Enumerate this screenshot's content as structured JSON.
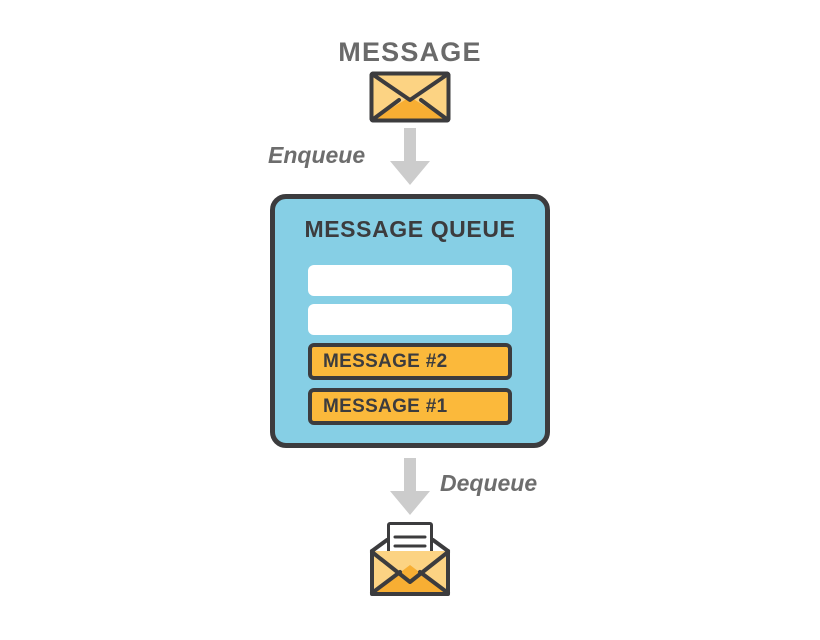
{
  "diagram": {
    "title": "MESSAGE",
    "background_color": "#ffffff"
  },
  "source": {
    "label": "MESSAGE",
    "icon": "closed-envelope-icon"
  },
  "flows": {
    "enqueue": {
      "label": "Enqueue",
      "arrow_icon": "down-arrow-icon",
      "arrow_color": "#cccccc"
    },
    "dequeue": {
      "label": "Dequeue",
      "arrow_icon": "down-arrow-icon",
      "arrow_color": "#cccccc"
    }
  },
  "queue": {
    "title": "MESSAGE QUEUE",
    "fill_color": "#86cfe5",
    "border_color": "#3c3c3e",
    "slots": [
      {
        "label": "",
        "state": "empty",
        "fill_color": "#ffffff"
      },
      {
        "label": "",
        "state": "empty",
        "fill_color": "#ffffff"
      },
      {
        "label": "MESSAGE #2",
        "state": "filled",
        "fill_color": "#fbb93b"
      },
      {
        "label": "MESSAGE #1",
        "state": "filled",
        "fill_color": "#fbb93b"
      }
    ]
  },
  "destination": {
    "icon": "open-envelope-with-letter-icon",
    "letter_lines": 3
  },
  "colors": {
    "envelope_light": "#fcd383",
    "envelope_mid": "#fbc45e",
    "envelope_dark": "#f7ae33",
    "outline": "#3c3c3e",
    "text_gray": "#6a6a6a",
    "arrow_gray": "#cccccc"
  }
}
